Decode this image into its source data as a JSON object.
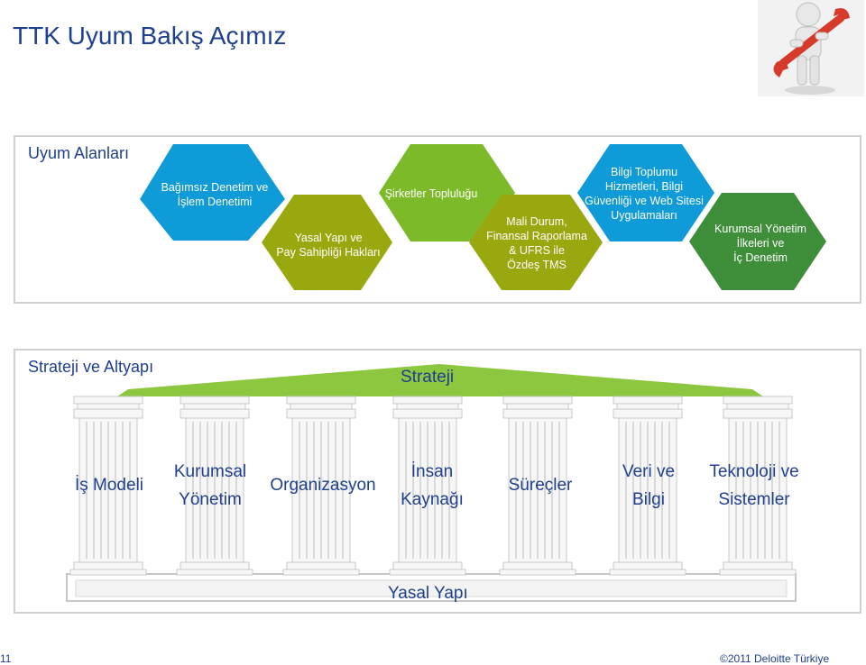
{
  "page_title": "TTK Uyum Bakış Açımız",
  "colors": {
    "title": "#1f3f8f",
    "hex_blue": "#0f9ad8",
    "hex_olive": "#9aa80f",
    "hex_green": "#7cba2a",
    "hex_darkgreen": "#3f8f3a",
    "roof_green": "#8dc63f"
  },
  "uyum": {
    "heading": "Uyum Alanları",
    "hexagons": [
      {
        "label": "Bağımsız Denetim ve\nİşlem Denetimi",
        "color": "blue"
      },
      {
        "label": "Yasal Yapı ve\nPay Sahipliği Hakları",
        "color": "olive"
      },
      {
        "label": "Şirketler Topluluğu",
        "color": "green"
      },
      {
        "label": "Mali Durum,\nFinansal Raporlama\n& UFRS ile\nÖzdeş TMS",
        "color": "olive"
      },
      {
        "label": "Bilgi Toplumu\nHizmetleri, Bilgi\nGüvenliği ve Web Sitesi\nUygulamaları",
        "color": "blue"
      },
      {
        "label": "Kurumsal Yönetim\nİlkeleri ve\nİç Denetim",
        "color": "darkgreen"
      }
    ]
  },
  "strateji": {
    "heading": "Strateji ve Altyapı",
    "roof_label": "Strateji",
    "pillars": [
      "İş Modeli",
      "Kurumsal\nYönetim",
      "Organizasyon",
      "İnsan\nKaynağı",
      "Süreçler",
      "Veri ve\nBilgi",
      "Teknoloji ve\nSistemler"
    ],
    "base_label": "Yasal Yapı"
  },
  "footer": {
    "page_number": "11",
    "copyright": "©2011 Deloitte Türkiye"
  }
}
